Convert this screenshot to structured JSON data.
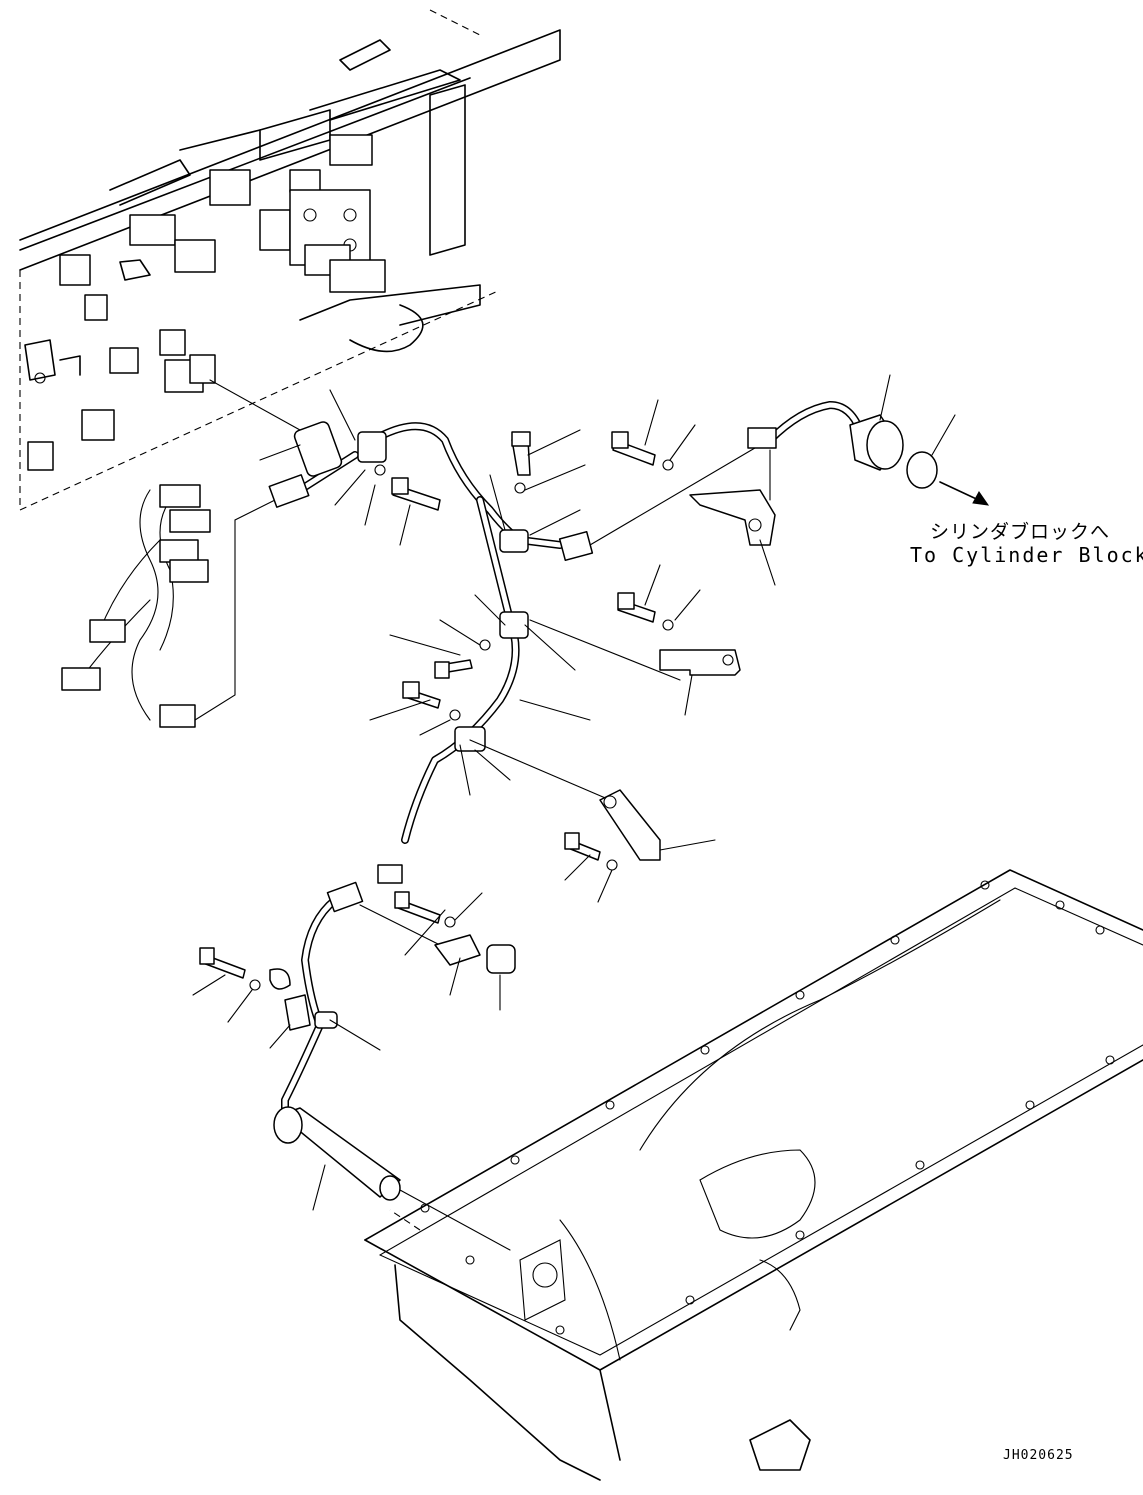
{
  "callout": {
    "japanese": "シリンダブロックへ",
    "english": "To Cylinder Block"
  },
  "drawing_id": "JH020625",
  "icons": {
    "arrow": "arrow-right-down-icon"
  },
  "colors": {
    "ink": "#000000",
    "paper": "#ffffff"
  }
}
